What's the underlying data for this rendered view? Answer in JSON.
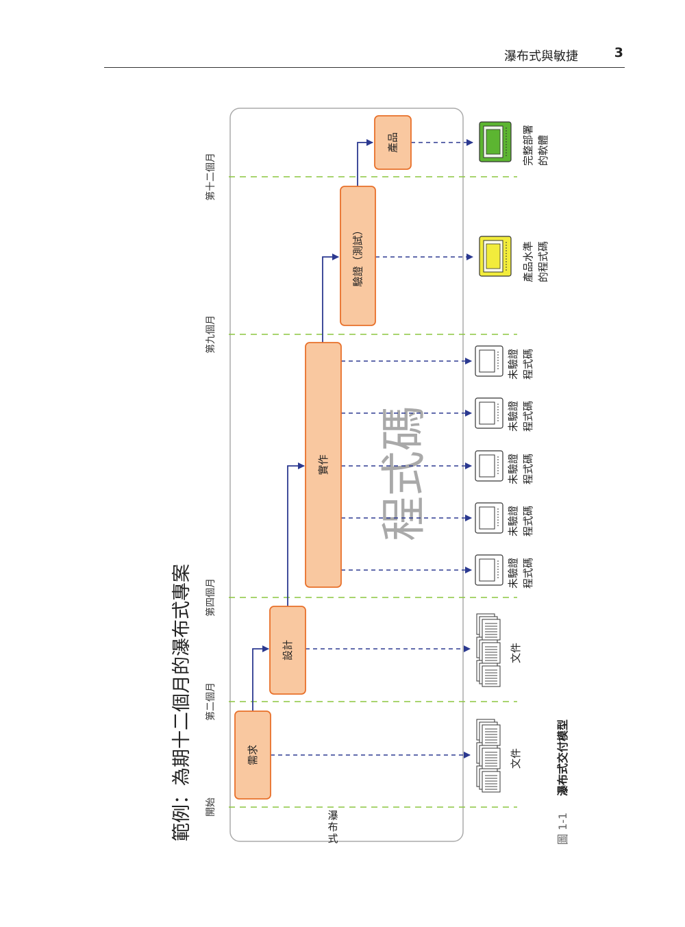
{
  "header": {
    "chapter_title": "瀑布式與敏捷",
    "page_number": "3"
  },
  "figure": {
    "title": "範例：為期十二個月的瀑布式專案",
    "section_label": "瀑布式",
    "caption_number": "圖 1-1",
    "caption_text": "瀑布式交付模型",
    "watermark": "程式碼",
    "milestones": [
      "開始",
      "第二個月",
      "第四個月",
      "第九個月",
      "第十二個月"
    ],
    "phases": [
      "需求",
      "設計",
      "實作",
      "驗證（測試）",
      "產品"
    ],
    "deliverables": {
      "docs": "文件",
      "unverified": "未驗證程式碼",
      "unverified_line1": "未驗證",
      "unverified_line2": "程式碼",
      "product_code_line1": "產品水準",
      "product_code_line2": "的程式碼",
      "deployed_line1": "完整部署",
      "deployed_line2": "的軟體"
    }
  },
  "colors": {
    "phase_fill": "#f9c8a0",
    "phase_stroke": "#e8702a",
    "arrow": "#2b3990",
    "milestone_line": "#8cc63f",
    "product_code_fill": "#f2ec3c",
    "deployed_fill": "#5cb531"
  }
}
